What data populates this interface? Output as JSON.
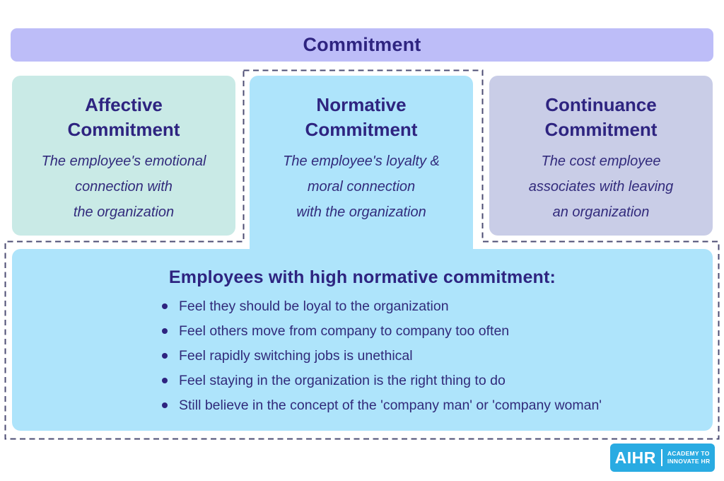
{
  "colors": {
    "title_bar_bg": "#bdbdf8",
    "affective_bg": "#c9eae6",
    "normative_bg": "#aee4fb",
    "continuance_bg": "#c9cde7",
    "panel_bg": "#aee4fb",
    "heading_text": "#2e2480",
    "dashed_border": "#4c4c73",
    "logo_bg": "#29abe2",
    "logo_text": "#ffffff"
  },
  "title_bar": {
    "label": "Commitment"
  },
  "boxes": [
    {
      "heading_line1": "Affective",
      "heading_line2": "Commitment",
      "desc_line1": "The employee's emotional",
      "desc_line2": "connection with",
      "desc_line3": "the organization"
    },
    {
      "heading_line1": "Normative",
      "heading_line2": "Commitment",
      "desc_line1": "The employee's loyalty &",
      "desc_line2": "moral connection",
      "desc_line3": "with the organization"
    },
    {
      "heading_line1": "Continuance",
      "heading_line2": "Commitment",
      "desc_line1": "The cost employee",
      "desc_line2": "associates with leaving",
      "desc_line3": "an organization"
    }
  ],
  "panel": {
    "heading": "Employees with high normative commitment:",
    "bullets": [
      "Feel they should be loyal to the organization",
      "Feel others move from company to company too often",
      "Feel rapidly switching jobs is unethical",
      "Feel staying in the organization is the right thing to do",
      "Still believe in the concept of the 'company man' or 'company woman'"
    ]
  },
  "logo": {
    "brand": "AIHR",
    "tagline_line1": "ACADEMY TO",
    "tagline_line2": "INNOVATE HR"
  }
}
